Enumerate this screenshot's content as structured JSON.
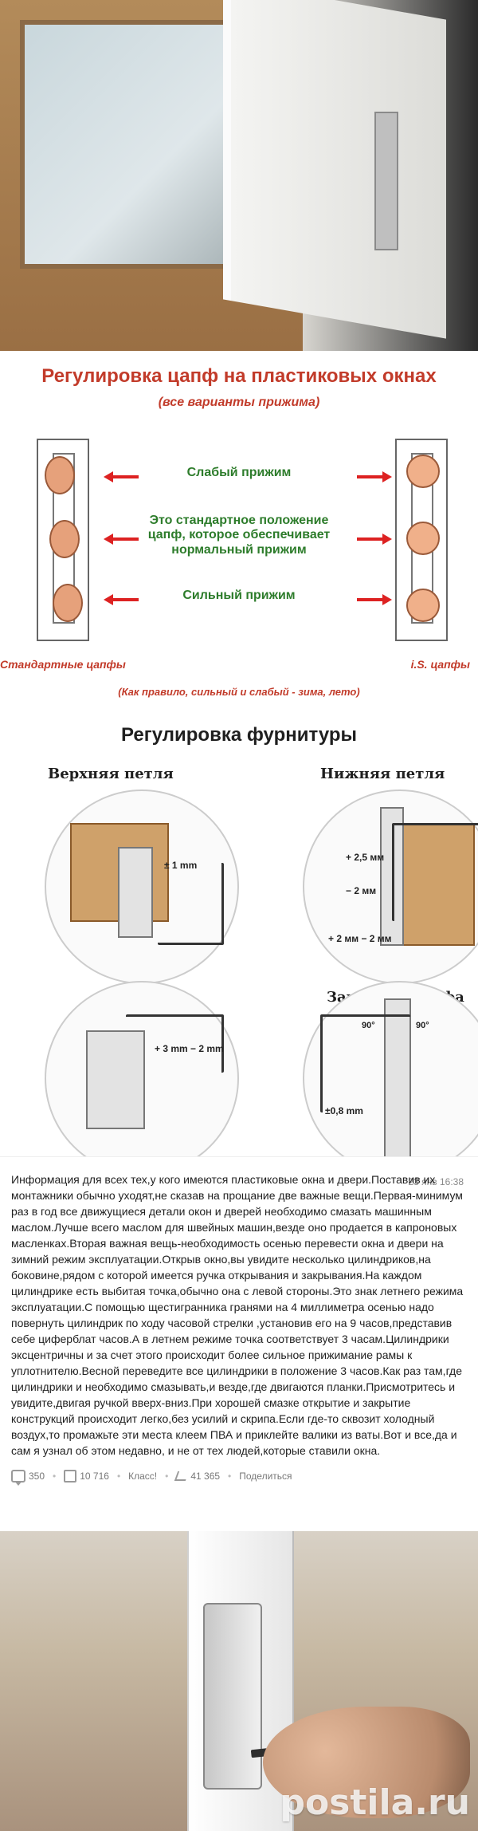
{
  "diagram1": {
    "title": "Регулировка цапф на пластиковых окнах",
    "subtitle": "(все варианты прижима)",
    "labels": {
      "weak": "Слабый прижим",
      "normal": "Это стандартное положение цапф, которое обеспечивает нормальный прижим",
      "strong": "Сильный прижим"
    },
    "captions": {
      "left": "Стандартные цапфы",
      "right": "i.S. цапфы",
      "note": "(Как правило, сильный и слабый - зима, лето)"
    }
  },
  "diagram2": {
    "title": "Регулировка фурнитуры",
    "labels": {
      "top_hinge": "Верхняя петля",
      "bottom_hinge": "Нижняя петля",
      "locking_pin": "Запорная цапфа"
    },
    "marks": {
      "one_mm": "± 1 mm",
      "plus_25": "+ 2,5 мм",
      "minus_2_mm": "− 2 мм",
      "plus_2_minus_2": "+ 2 мм − 2 мм",
      "plus3_minus2": "+ 3 mm − 2 mm",
      "plus_minus_08": "±0,8 mm",
      "deg_90": "90°"
    }
  },
  "post": {
    "date": "23 янв 16:38",
    "text": "Информация для всех тех,у кого имеются пластиковые окна и двери.Поставив их монтажники обычно уходят,не сказав на прощание две важные вещи.Первая-минимум раз в год все движущиеся детали окон и дверей необходимо смазать машинным маслом.Лучше всего маслом для швейных машин,везде оно продается в капроновых масленках.Вторая важная вещь-необходимость осенью перевести окна и двери на зимний режим эксплуатации.Открыв окно,вы увидите несколько цилиндриков,на боковине,рядом с которой имеется ручка открывания и закрывания.На каждом цилиндрике есть выбитая точка,обычно она с левой стороны.Это знак летнего режима эксплуатации.С помощью щестигранника гранями на 4 миллиметра осенью надо повернуть цилиндрик по ходу часовой стрелки ,установив его на 9 часов,представив себе циферблат часов.А в летнем режиме точка соответствует 3 часам.Цилиндрики эксцентричны и за счет этого происходит более сильное прижимание рамы к уплотнителю.Весной переведите все цилиндрики в положение 3 часов.Как раз там,где цилиндрики и необходимо смазывать,и везде,где двигаются планки.Присмотритесь и увидите,двигая ручкой вверх-вниз.При хорошей смазке открытие и закрытие конструкций происходит легко,без усилий и скрипа.Если где-то сквозит холодный воздух,то промажьте эти места клеем ПВА и приклейте валики из ваты.Вот и все,да и сам я узнал об этом недавно, и не от тех людей,которые ставили окна.",
    "stats": {
      "comments": "350",
      "likes": "10 716",
      "klass": "Класс!",
      "shares": "41 365",
      "share_label": "Поделиться"
    }
  },
  "watermark": "postila.ru"
}
